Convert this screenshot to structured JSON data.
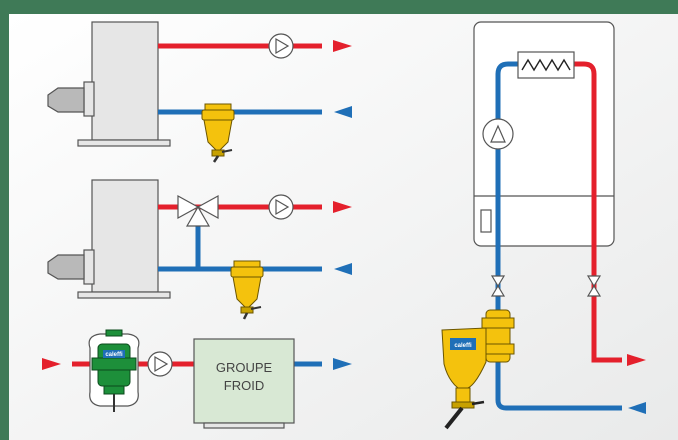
{
  "colors": {
    "frame": "#3f7a57",
    "background": "#f1f2f2",
    "hot_pipe": "#e4202c",
    "cold_pipe": "#1f6fb7",
    "separator_yellow": "#f4c20d",
    "separator_green": "#1d8f3a",
    "equipment_fill": "#e6e6e6",
    "chiller_fill": "#d8e8d4"
  },
  "chiller": {
    "line1": "GROUPE",
    "line2": "FROID"
  },
  "badges": {
    "yellow": "caleffi",
    "green": "caleffi"
  }
}
